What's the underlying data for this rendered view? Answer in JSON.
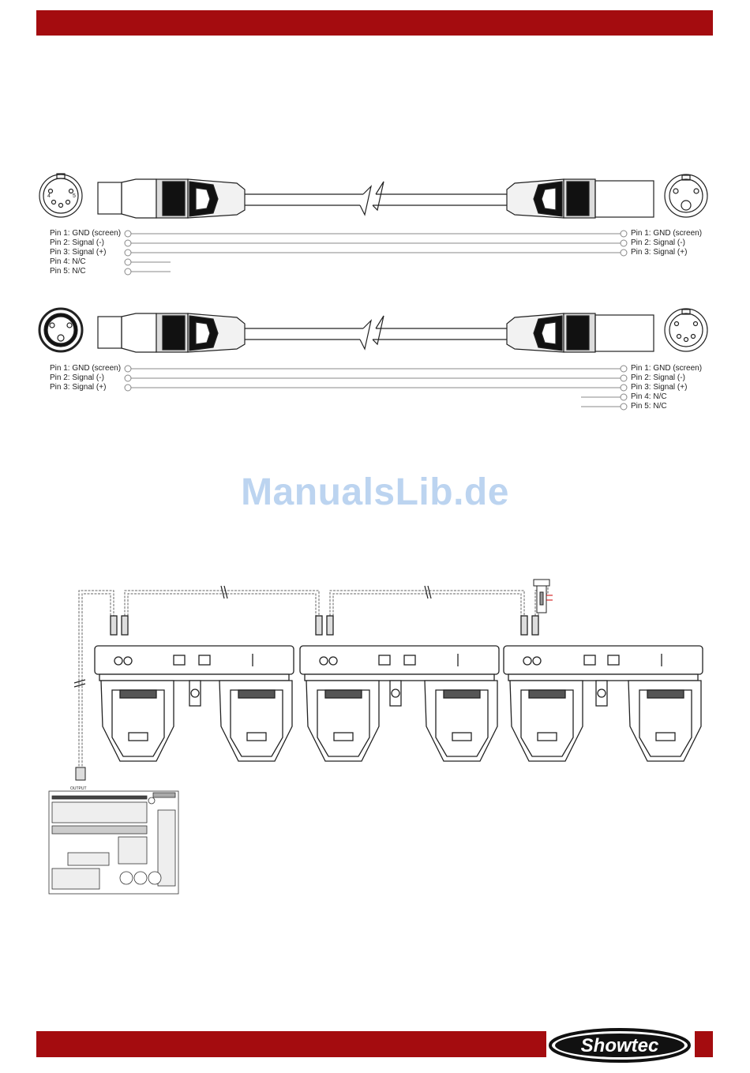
{
  "cable1": {
    "left_pins": [
      "Pin 1: GND (screen)",
      "Pin 2: Signal (-)",
      "Pin 3: Signal (+)",
      "Pin 4: N/C",
      "Pin 5: N/C"
    ],
    "right_pins": [
      "Pin 1: GND (screen)",
      "Pin 2: Signal (-)",
      "Pin 3: Signal (+)"
    ]
  },
  "cable2": {
    "left_pins": [
      "Pin 1: GND (screen)",
      "Pin 2: Signal (-)",
      "Pin 3: Signal (+)"
    ],
    "right_pins": [
      "Pin 1: GND (screen)",
      "Pin 2: Signal (-)",
      "Pin 3: Signal (+)",
      "Pin 4: N/C",
      "Pin 5: N/C"
    ]
  },
  "watermark": "ManualsLib.de",
  "diagram": {
    "output_label": "OUTPUT"
  },
  "footer": {
    "logo_text": "Showtec"
  },
  "colors": {
    "brand_red": "#a40c0f",
    "watermark": "#bcd4f0"
  }
}
